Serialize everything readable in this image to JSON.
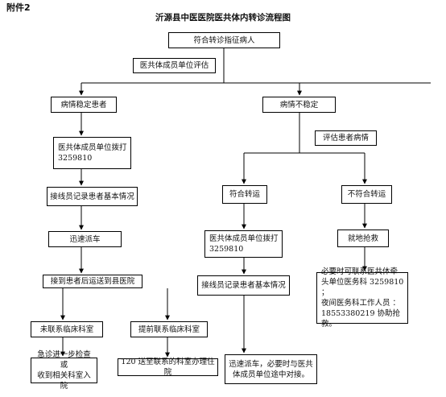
{
  "attachment": "附件2",
  "title": "沂源县中医医院医共体内转诊流程图",
  "start": "符合转诊指征病人",
  "evaluate_unit": "医共体成员单位评估",
  "stable": "病情稳定患者",
  "unstable": "病情不稳定",
  "assess": "评估患者病情",
  "stable_flow": {
    "call_line1": "医共体成员单位拨打",
    "call_line2": "3259810",
    "operator": "接线员记录患者基本情况",
    "dispatch": "迅速派车",
    "arrive": "接到患者后运送到县医院",
    "not_contacted": "未联系临床科室",
    "contacted": "提前联系临床科室",
    "emergency_line1": "急诊进一步检查或",
    "emergency_line2": "收到相关科室入院",
    "direct": "120 送至联系的科室办理住院"
  },
  "transfer_flow": {
    "ok": "符合转运",
    "call_line1": "医共体成员单位拨打",
    "call_line2": "3259810",
    "operator": "接线员记录患者基本情况",
    "result_line1": "迅速派车，必要时与医共",
    "result_line2": "体成员单位途中对接。"
  },
  "rescue_flow": {
    "not_ok": "不符合转运",
    "local": "就地抢救",
    "note_line1": "必要时可联系医共体牵",
    "note_line2": "头单位医务科 3259810 ；",
    "note_line3": "夜间医务科工作人员 ：",
    "note_line4": "18553380219 协助抢救。"
  }
}
